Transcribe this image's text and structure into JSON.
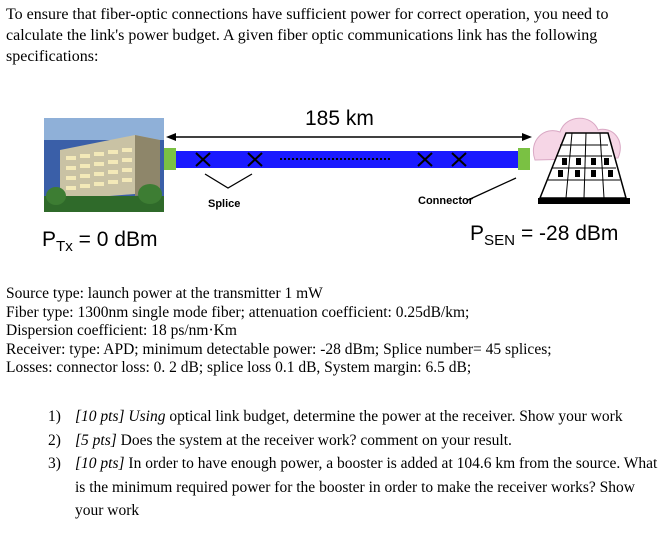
{
  "intro": "To ensure that fiber-optic connections have sufficient power for correct operation, you need to calculate the link's power budget. A given fiber optic communications link has the following specifications:",
  "diagram": {
    "distance_label": "185 km",
    "splice_label": "Splice",
    "connector_label": "Connector",
    "tx": {
      "symbol": "P",
      "subscript": "Tx",
      "value": "= 0 dBm"
    },
    "rx": {
      "symbol": "P",
      "subscript": "SEN",
      "value": "= -28 dBm"
    },
    "colors": {
      "fiber": "#1a1aff",
      "connector": "#7ac143",
      "marks": "#000000"
    }
  },
  "specs": [
    "Source type: launch power at the transmitter 1 mW",
    "Fiber type: 1300nm single mode fiber; attenuation coefficient: 0.25dB/km;",
    "Dispersion coefficient: 18 ps/nm·Km",
    "Receiver: type: APD; minimum detectable power: -28 dBm; Splice number= 45 splices;",
    "Losses: connector loss: 0. 2 dB; splice loss 0.1 dB, System margin: 6.5 dB;"
  ],
  "questions": [
    {
      "num": "1)",
      "pts": "[10 pts]",
      "pts_rest": " Using",
      "text": " optical link budget, determine the power at the receiver. Show your work"
    },
    {
      "num": "2)",
      "pts": "[5 pts]",
      "pts_rest": "",
      "text": " Does the system at the receiver work? comment on your result."
    },
    {
      "num": "3)",
      "pts": "[10 pts]",
      "pts_rest": "",
      "text": " In order to have enough power, a booster is added at 104.6 km from the source. What is the minimum required power for the booster in order to make the receiver works? Show your work"
    }
  ]
}
